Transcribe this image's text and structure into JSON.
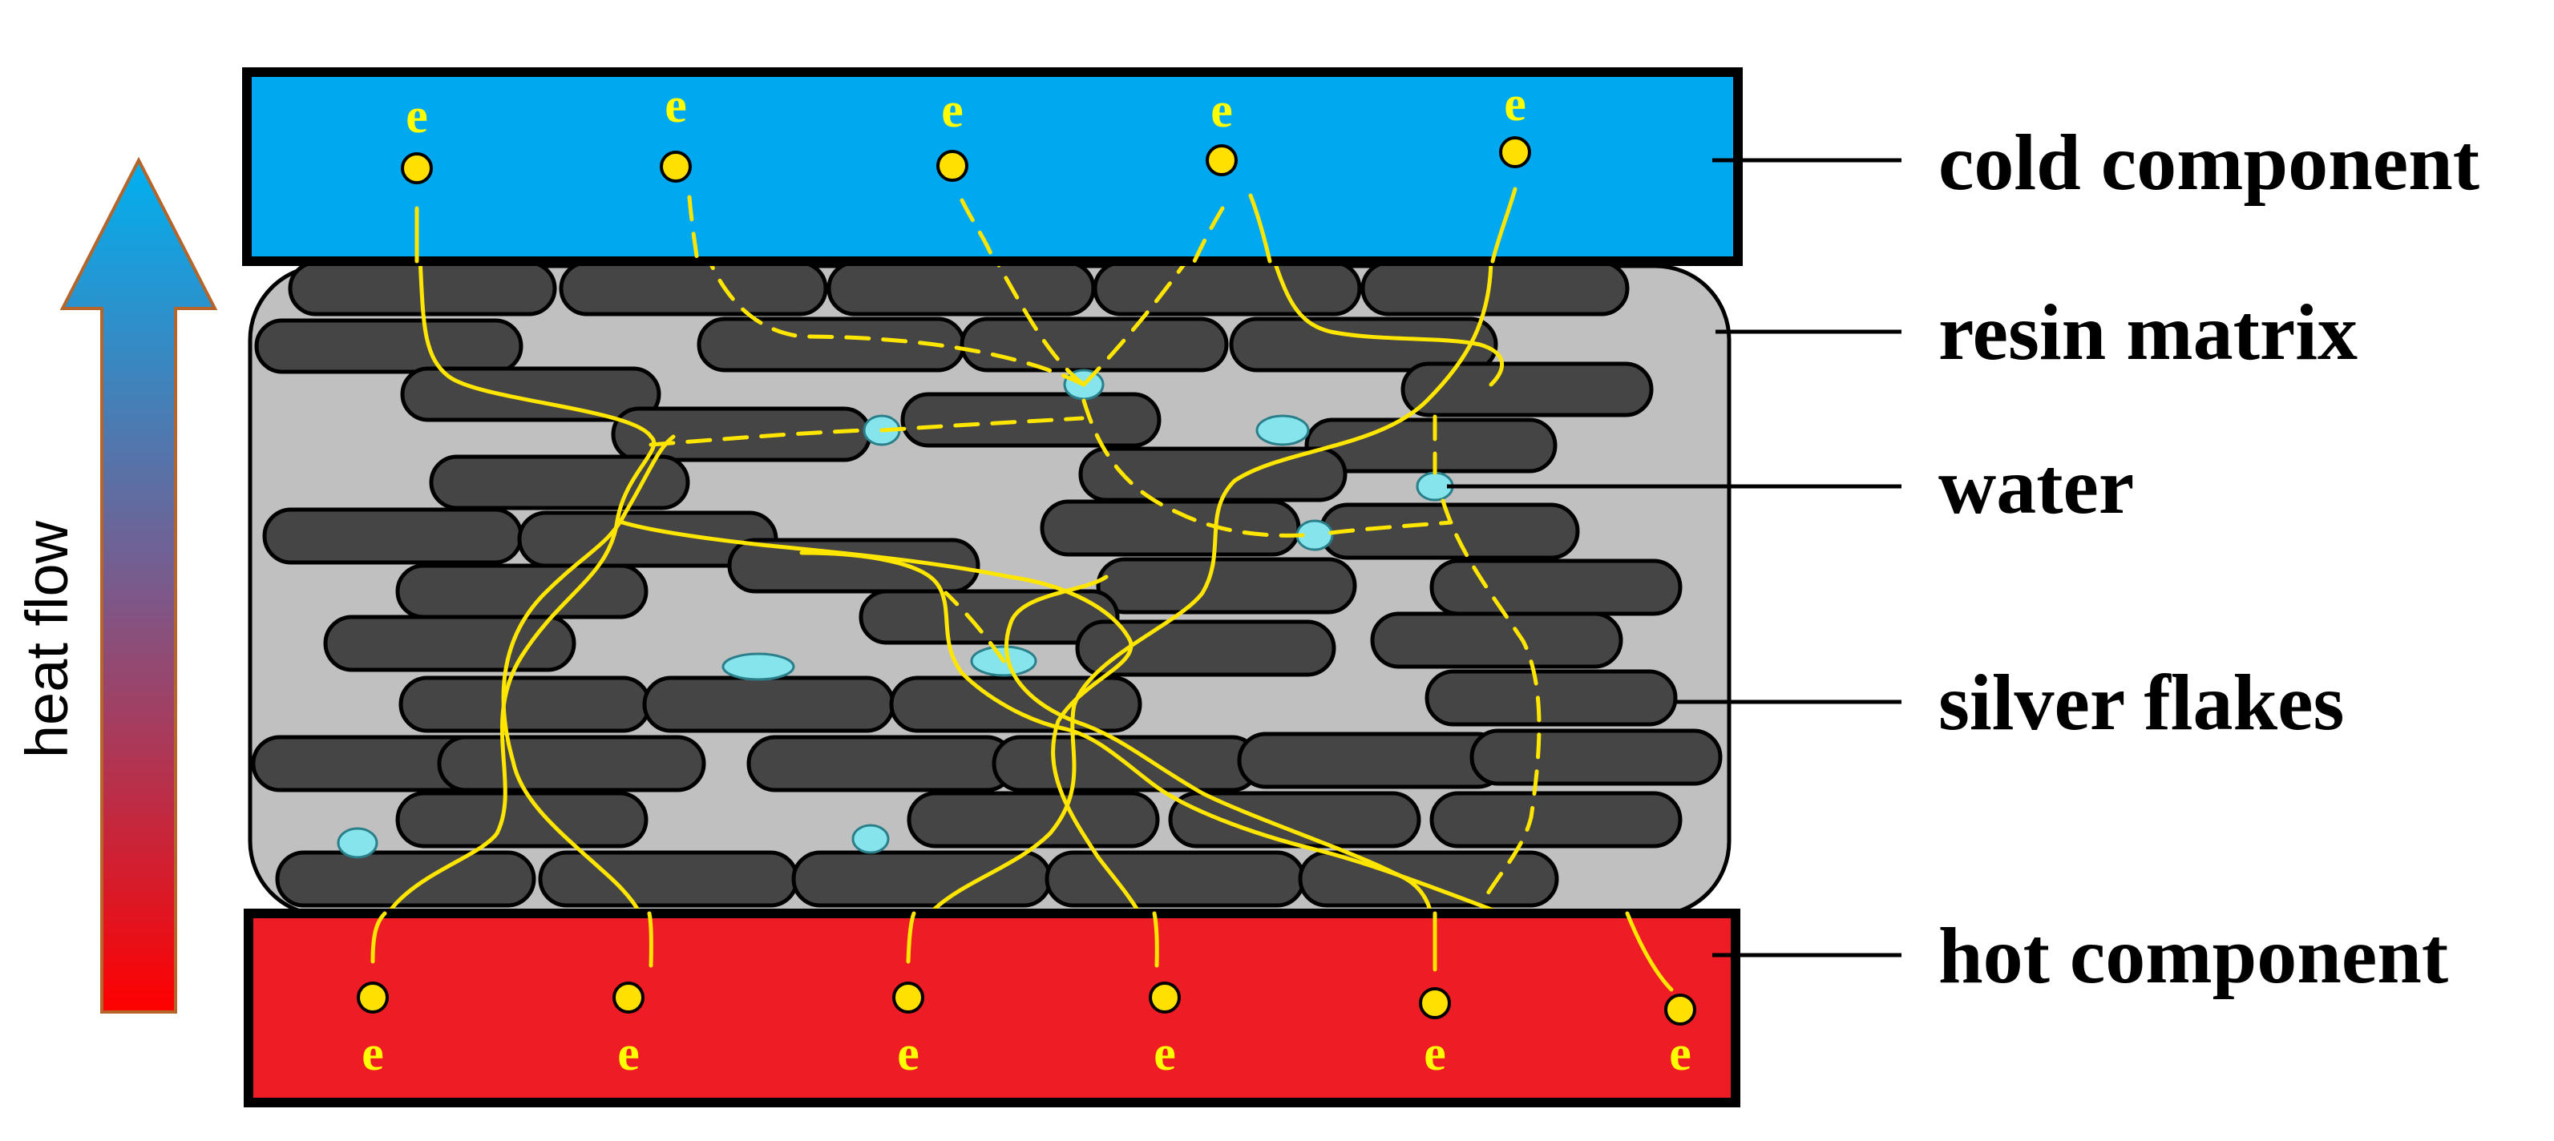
{
  "labels": {
    "cold_component": "cold component",
    "resin_matrix": "resin matrix",
    "water": "water",
    "silver_flakes": "silver flakes",
    "hot_component": "hot component",
    "heat_flow": "heat flow",
    "electron": "e"
  },
  "colors": {
    "cold": "#00a8f0",
    "hot": "#ee1c24",
    "resin": "#c0c0c0",
    "flake": "#454545",
    "water": "#86e4ec",
    "electron": "#ffe000",
    "path": "#ffe600"
  }
}
